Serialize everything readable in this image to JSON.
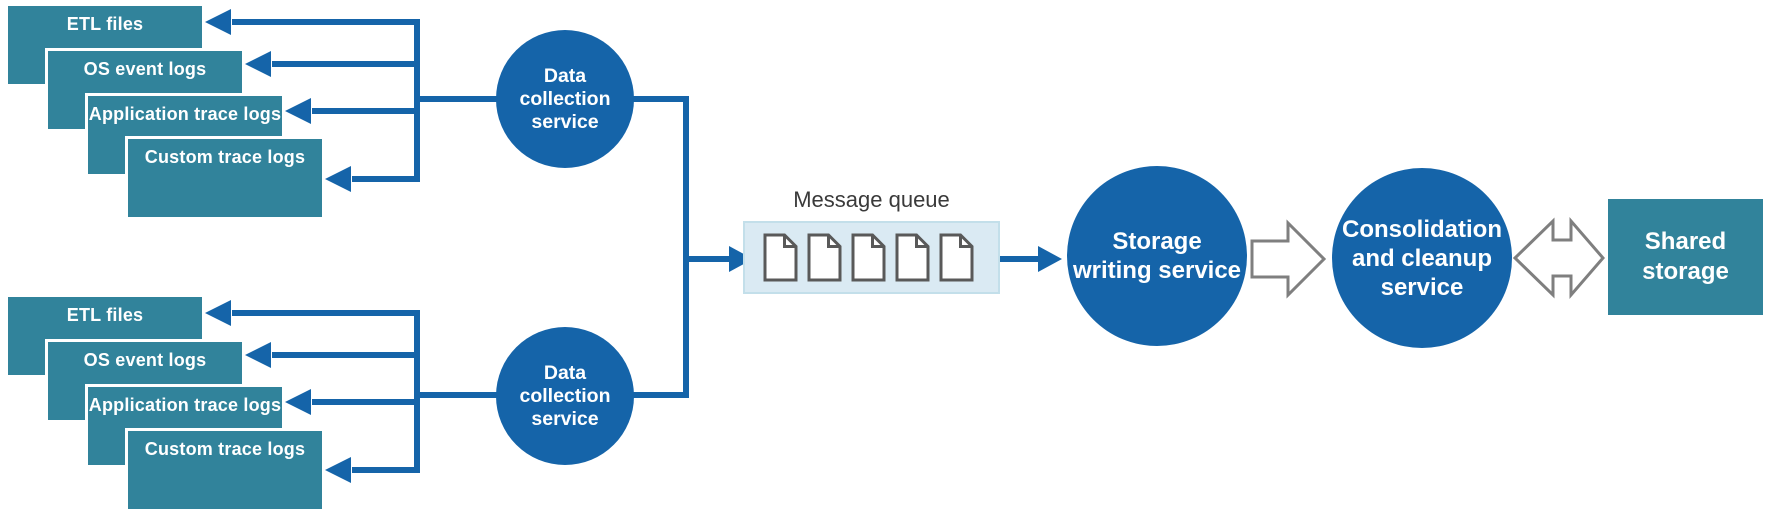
{
  "palette": {
    "teal": "#31839B",
    "blue": "#1564A9",
    "queue_fill": "#DAEAF3",
    "queue_border": "#C3DFEA",
    "hollow_arrow_border": "#7F7F7F",
    "document_border": "#595959",
    "queue_title_text": "#3A3A3A"
  },
  "sources": {
    "labels": [
      "ETL files",
      "OS event logs",
      "Application trace logs",
      "Custom trace logs"
    ]
  },
  "nodes": {
    "collection_service": "Data\ncollection\nservice",
    "storage_writing": "Storage\nwriting service",
    "consolidation": "Consolidation\nand cleanup\nservice",
    "shared_storage": "Shared\nstorage"
  },
  "message_queue": {
    "title": "Message queue",
    "document_count": 5,
    "document_icon": "document-icon"
  }
}
